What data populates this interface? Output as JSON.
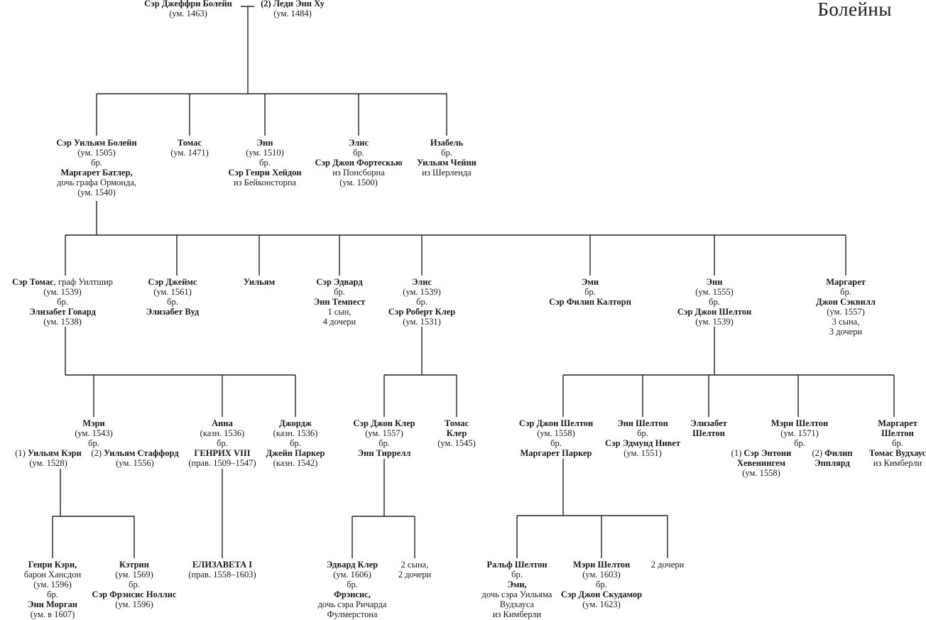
{
  "title": "Болейны",
  "people": {
    "geoffrey": [
      {
        "t": "Сэр Джеффри Болейн",
        "b": true
      },
      {
        "t": "(ум. 1463)"
      }
    ],
    "anne_hoo": [
      {
        "t": "(2) Леди Энн Ху",
        "b": true
      },
      {
        "t": "(ум. 1484)"
      }
    ],
    "william_boleyn": [
      {
        "t": "Сэр Уильям Болейн",
        "b": true
      },
      {
        "t": "(ум. 1505)"
      },
      {
        "t": "бр."
      },
      {
        "t": "Маргарет Батлер,",
        "b": true
      },
      {
        "t": "дочь графа Ормонда,"
      },
      {
        "t": "(ум. 1540)"
      }
    ],
    "thomas_1471": [
      {
        "t": "Томас",
        "b": true
      },
      {
        "t": "(ум. 1471)"
      }
    ],
    "anne_1510": [
      {
        "t": "Энн",
        "b": true
      },
      {
        "t": "(ум. 1510)"
      },
      {
        "t": "бр."
      },
      {
        "t": "Сэр Генри Хейдон",
        "b": true
      },
      {
        "t": "из Бейконсторпа"
      }
    ],
    "alice_fortescue": [
      {
        "t": "Элис",
        "b": true
      },
      {
        "t": "бр."
      },
      {
        "t": "Сэр Джон Фортескью",
        "b": true
      },
      {
        "t": "из Понсборна"
      },
      {
        "t": "(ум. 1500)"
      }
    ],
    "isabel": [
      {
        "t": "Изабель",
        "b": true
      },
      {
        "t": "бр."
      },
      {
        "t": "Уильям Чейни",
        "b": true
      },
      {
        "t": "из Шерленда"
      }
    ],
    "thomas_wiltshire": [
      {
        "lead": "Сэр Томас",
        "t": ", граф Уилтшир"
      },
      {
        "t": "(ум. 1539)"
      },
      {
        "t": "бр."
      },
      {
        "t": "Элизабет Говард",
        "b": true
      },
      {
        "t": "(ум. 1538)"
      }
    ],
    "james": [
      {
        "t": "Сэр Джеймс",
        "b": true
      },
      {
        "t": "(ум. 1561)"
      },
      {
        "t": "бр."
      },
      {
        "t": "Элизабет Вуд",
        "b": true
      }
    ],
    "william": [
      {
        "t": "Уильям",
        "b": true
      }
    ],
    "edward": [
      {
        "t": "Сэр Эдвард",
        "b": true
      },
      {
        "t": "бр."
      },
      {
        "t": "Энн Темпест",
        "b": true
      },
      {
        "t": "1 сын,"
      },
      {
        "t": "4 дочери"
      }
    ],
    "alice_clere": [
      {
        "t": "Элис",
        "b": true
      },
      {
        "t": "(ум. 1539)"
      },
      {
        "t": "бр."
      },
      {
        "t": "Сэр Роберт Клер",
        "b": true
      },
      {
        "t": "(ум. 1531)"
      }
    ],
    "amy": [
      {
        "t": "Эми",
        "b": true
      },
      {
        "t": "бр."
      },
      {
        "t": "Сэр Филип Калторп",
        "b": true
      }
    ],
    "anne_shelton": [
      {
        "t": "Энн",
        "b": true
      },
      {
        "t": "(ум. 1555)"
      },
      {
        "t": "бр."
      },
      {
        "t": "Сэр Джон Шелтон",
        "b": true
      },
      {
        "t": "(ум. 1539)"
      }
    ],
    "margaret_sackville": [
      {
        "t": "Маргарет",
        "b": true
      },
      {
        "t": "бр."
      },
      {
        "t": "Джон Сэквилл",
        "b": true
      },
      {
        "t": "(ум. 1557)"
      },
      {
        "t": "3 сына,"
      },
      {
        "t": "3 дочери"
      }
    ],
    "mary": [
      {
        "t": "Мэри",
        "b": true
      },
      {
        "t": "(ум. 1543)"
      },
      {
        "t": "бр."
      }
    ],
    "mary_sp1": [
      {
        "lead": "",
        "t": "(1) "
      },
      {
        "t": "(ум. 1528)"
      }
    ],
    "mary_sp1_name": "Уильям Кэри",
    "mary_sp2": [
      {
        "lead": "",
        "t": "(2) "
      },
      {
        "t": "(ум. 1556)"
      }
    ],
    "mary_sp2_name": "Уильям Стаффорд",
    "anna": [
      {
        "t": "Анна",
        "b": true
      },
      {
        "t": "(казн. 1536)"
      },
      {
        "t": "бр."
      },
      {
        "t": "ГЕНРИХ VIII",
        "b": true
      },
      {
        "t": "(прав. 1509–1547)"
      }
    ],
    "george": [
      {
        "t": "Джордж",
        "b": true
      },
      {
        "t": "(казн. 1536)"
      },
      {
        "t": "бр."
      },
      {
        "t": "Джейн Паркер",
        "b": true
      },
      {
        "t": "(казн. 1542)"
      }
    ],
    "john_clere": [
      {
        "t": "Сэр Джон Клер",
        "b": true
      },
      {
        "t": "(ум. 1557)"
      },
      {
        "t": "бр."
      },
      {
        "t": "Энн Тиррелл",
        "b": true
      }
    ],
    "thomas_clere": [
      {
        "t": "Томас",
        "b": true
      },
      {
        "t": "Клер",
        "b": true
      },
      {
        "t": "(ум. 1545)"
      }
    ],
    "john_shelton": [
      {
        "t": "Сэр Джон Шелтон",
        "b": true
      },
      {
        "t": "(ум. 1558)"
      },
      {
        "t": "бр."
      },
      {
        "t": "Маргарет Паркер",
        "b": true
      }
    ],
    "anne_shelton_jr": [
      {
        "t": "Энн Шелтон",
        "b": true
      },
      {
        "t": "бр."
      },
      {
        "t": "Сэр Эдмунд Нивет",
        "b": true
      },
      {
        "t": "(ум. 1551)"
      }
    ],
    "elizabeth_shelton": [
      {
        "t": "Элизабет",
        "b": true
      },
      {
        "t": "Шелтон",
        "b": true
      }
    ],
    "mary_shelton": [
      {
        "t": "Мэри Шелтон",
        "b": true
      },
      {
        "t": "(ум. 1571)"
      },
      {
        "t": "бр."
      }
    ],
    "mary_shelton_sp1": [
      {
        "lead": "",
        "t": "(1) "
      },
      {
        "t": "Хевенингем",
        "b": true
      },
      {
        "t": "(ум. 1558)"
      }
    ],
    "mary_shelton_sp1_name": "Сэр Энтони",
    "mary_shelton_sp2": [
      {
        "lead": "",
        "t": "(2) "
      },
      {
        "t": "Эпплярд",
        "b": true
      }
    ],
    "mary_shelton_sp2_name": "Филип",
    "margaret_shelton": [
      {
        "t": "Маргарет",
        "b": true
      },
      {
        "t": "Шелтон",
        "b": true
      },
      {
        "t": "бр."
      },
      {
        "t": "Томас Вудхаус",
        "b": true
      },
      {
        "t": "из Кимберли"
      }
    ],
    "henry_carey": [
      {
        "t": "Генри Кэри,",
        "b": true
      },
      {
        "t": "барон Хансдон"
      },
      {
        "t": "(ум. 1596)"
      },
      {
        "t": "бр."
      },
      {
        "t": "Энн Морган",
        "b": true
      },
      {
        "t": "(ум. в 1607)"
      }
    ],
    "catherine": [
      {
        "t": "Кэтрин",
        "b": true
      },
      {
        "t": "(ум. 1569)"
      },
      {
        "t": "бр."
      },
      {
        "t": "Сэр Фрэнсис Ноллис",
        "b": true
      },
      {
        "t": "(ум. 1596)"
      }
    ],
    "elizabeth_i": [
      {
        "t": "ЕЛИЗАВЕТА I",
        "b": true
      },
      {
        "t": "(прав. 1558–1603)"
      }
    ],
    "edward_clere": [
      {
        "t": "Эдвард Клер",
        "b": true
      },
      {
        "t": "(ум. 1606)"
      },
      {
        "t": "бр."
      },
      {
        "t": "Фрэнсис,",
        "b": true
      },
      {
        "t": "дочь сэра Ричарда"
      },
      {
        "t": "Фулмерстона"
      }
    ],
    "clere_others": [
      {
        "t": "2 сына,"
      },
      {
        "t": "2 дочери"
      }
    ],
    "ralph_shelton": [
      {
        "t": "Ральф Шелтон",
        "b": true
      },
      {
        "t": "бр."
      },
      {
        "t": "Эми,",
        "b": true
      },
      {
        "t": "дочь сэра Уильяма"
      },
      {
        "t": "Вудхауса"
      },
      {
        "t": "из Кимберли"
      }
    ],
    "mary_shelton_jr": [
      {
        "t": "Мэри Шелтон",
        "b": true
      },
      {
        "t": "(ум. 1603)"
      },
      {
        "t": "бр."
      },
      {
        "t": "Сэр Джон Скудамор",
        "b": true
      },
      {
        "t": "(ум. 1623)"
      }
    ],
    "shelton_daughters": [
      {
        "t": "2 дочери"
      }
    ]
  }
}
